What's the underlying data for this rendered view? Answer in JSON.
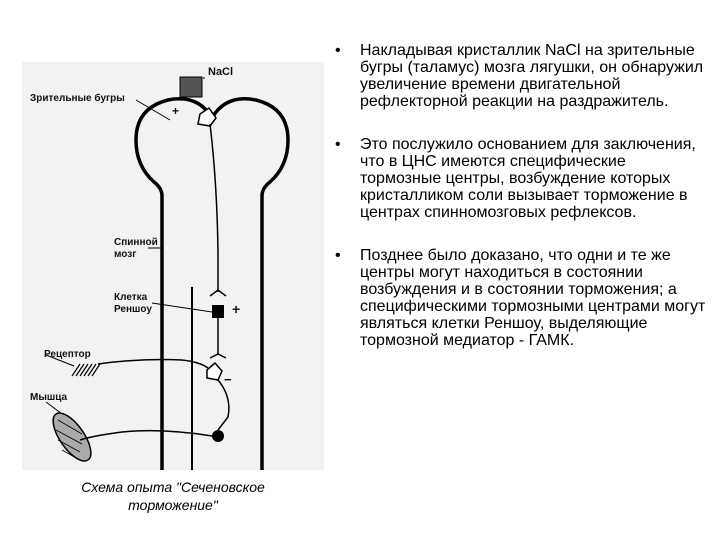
{
  "diagram": {
    "labels": {
      "nacl": "NaCl",
      "thalamus": "Зрительные бугры",
      "spinal_cord_line1": "Спинной",
      "spinal_cord_line2": "мозг",
      "renshaw_line1": "Клетка",
      "renshaw_line2": "Реншоу",
      "receptor": "Рецептор",
      "muscle": "Мышца",
      "plus": "+",
      "minus": "−"
    },
    "caption_line1": "Схема опыта \"Сеченовское",
    "caption_line2": "торможение\""
  },
  "bullets": [
    {
      "marker": "•",
      "text": "Накладывая кристаллик NaCl на зрительные бугры (таламус) мозга лягушки, он обнаружил увеличение времени двигательной рефлекторной реакции на раздражитель."
    },
    {
      "marker": "•",
      "text": "Это послужило основанием для заключения, что в ЦНС имеются специфические тормозные центры, возбуждение которых кристалликом соли вызывает торможение в центрах спинномозговых рефлексов."
    },
    {
      "marker": "•",
      "text": "Позднее было доказано, что одни и те же центры могут находиться в состоянии возбуждения и в состоянии торможения; а специфическими тормозными центрами могут являться клетки Реншоу, выделяющие тормозной медиатор - ГАМК."
    }
  ]
}
